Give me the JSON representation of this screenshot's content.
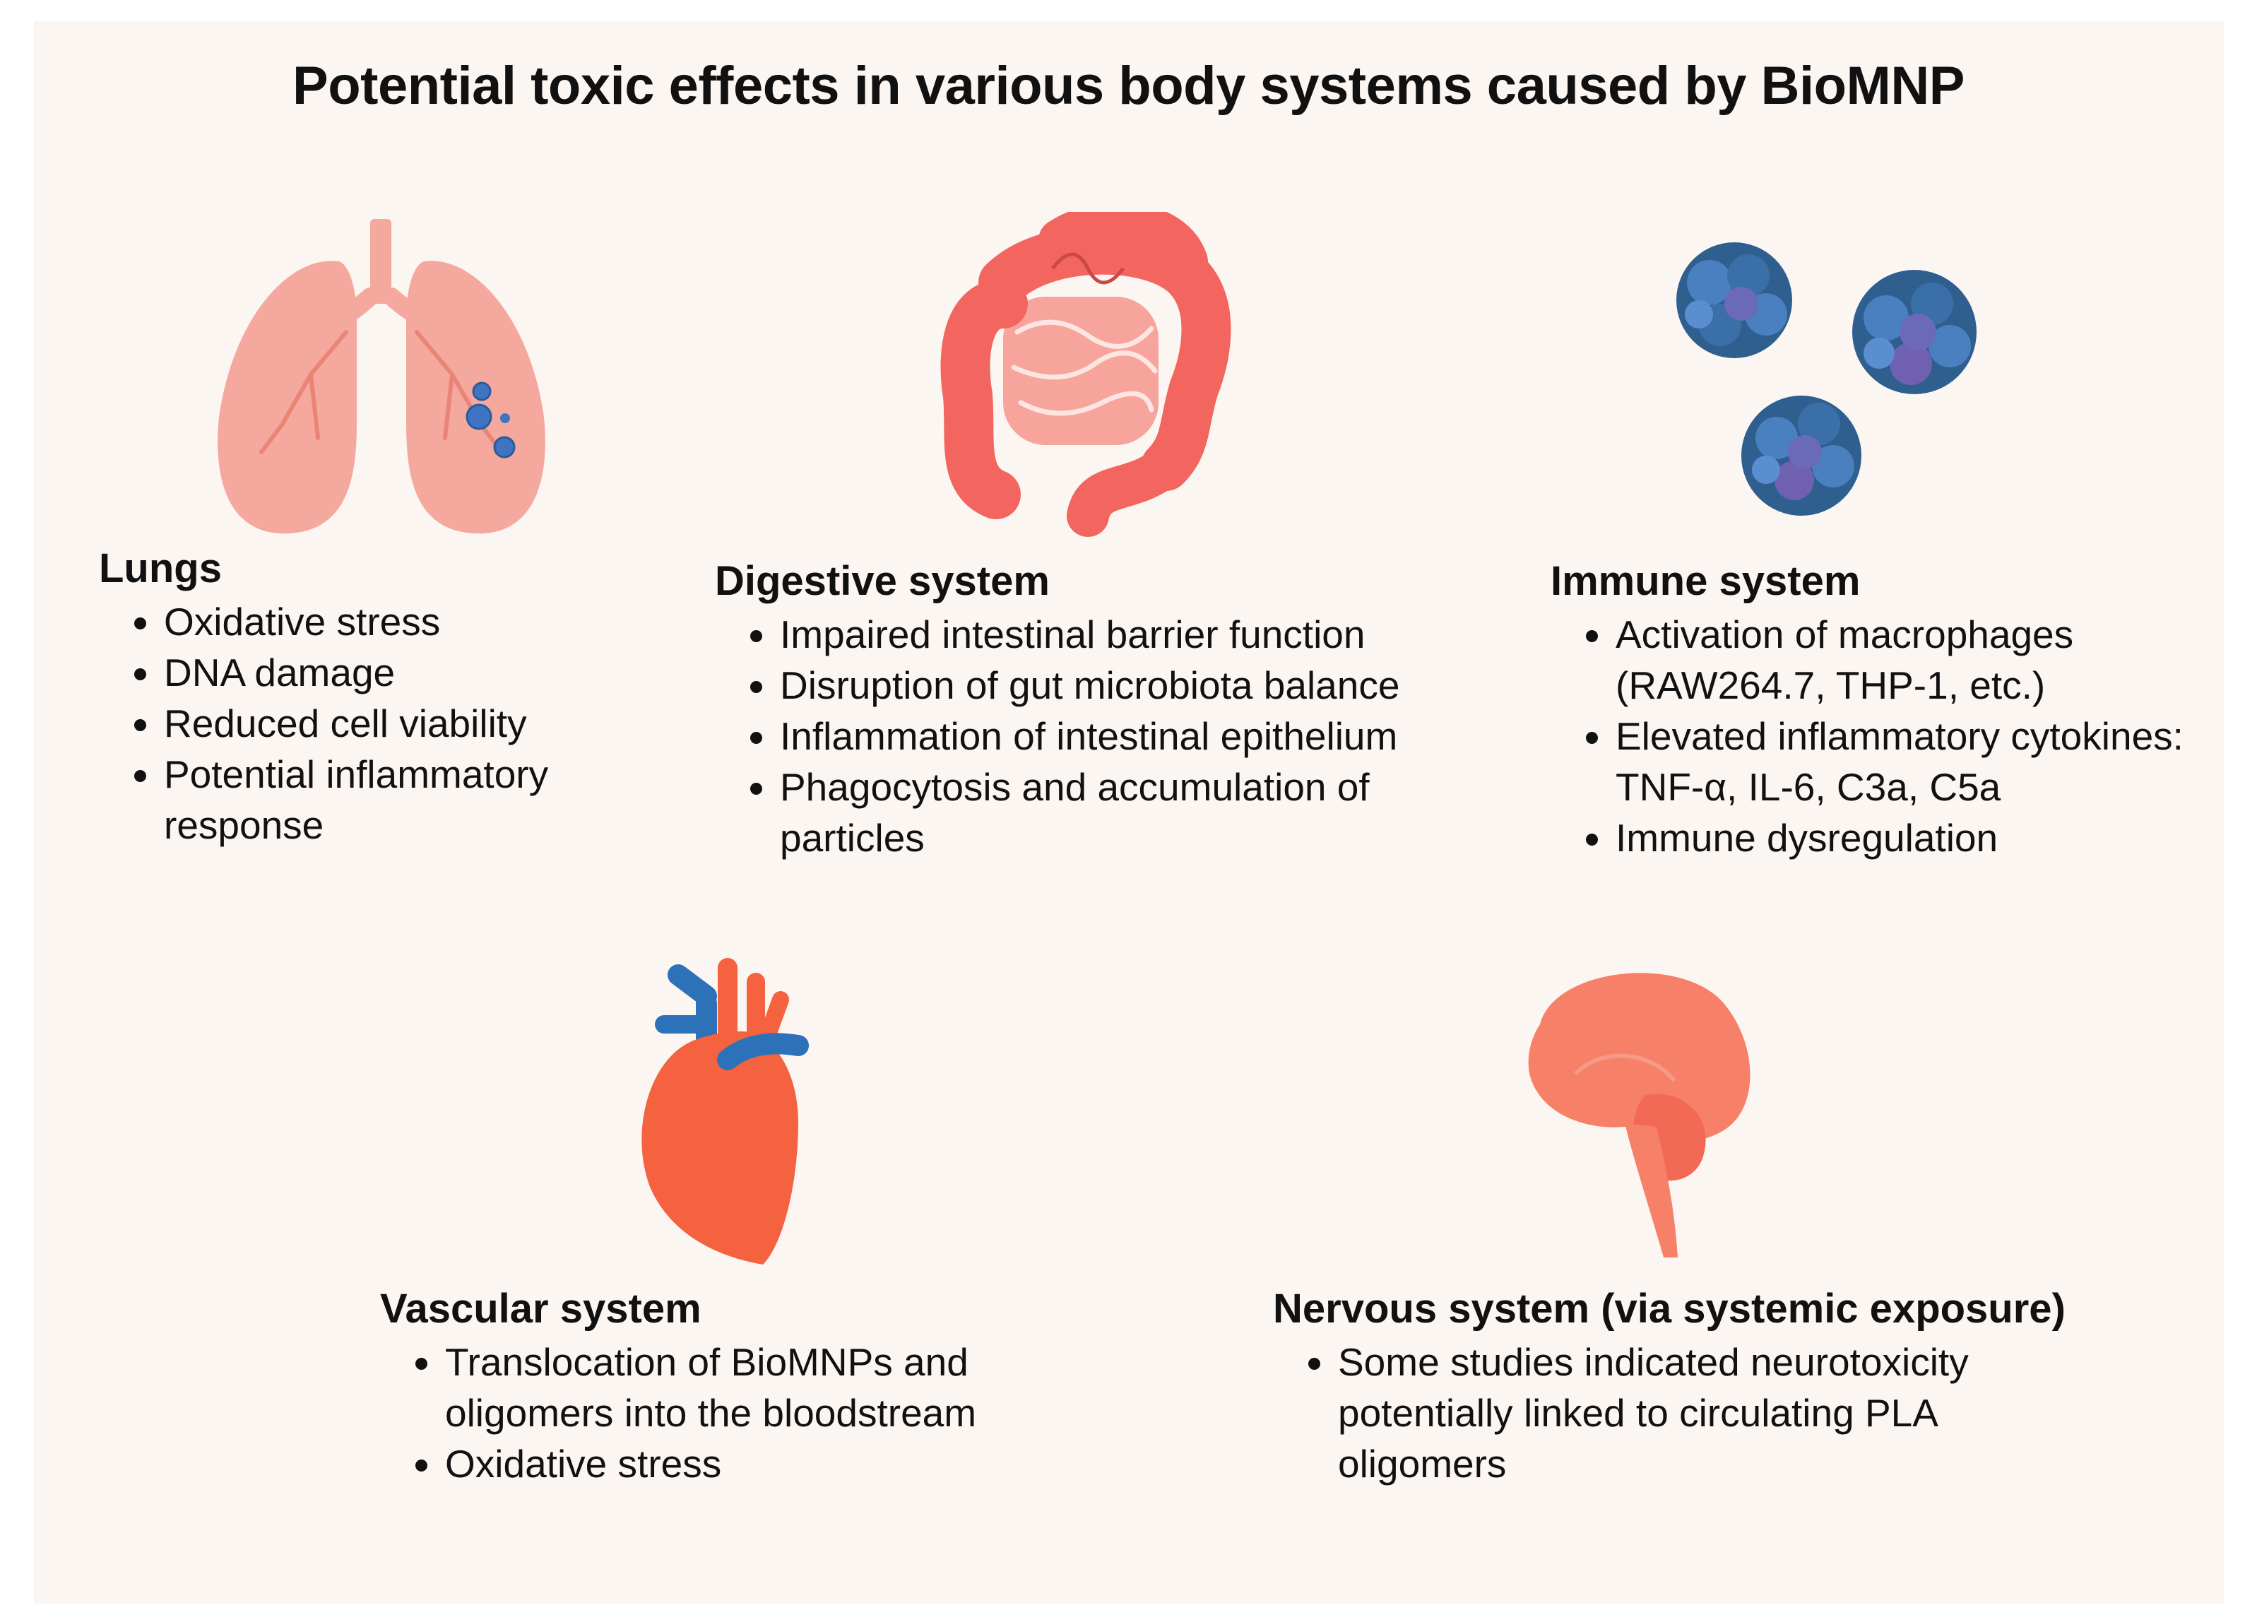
{
  "title": "Potential toxic effects in various body systems caused by BioMNP",
  "sections": {
    "lungs": {
      "heading": "Lungs",
      "icon": "lungs-icon",
      "items": [
        "Oxidative stress",
        "DNA damage",
        "Reduced cell viability",
        "Potential inflammatory response"
      ]
    },
    "digestive": {
      "heading": "Digestive system",
      "icon": "intestine-icon",
      "items": [
        "Impaired intestinal barrier function",
        "Disruption of gut microbiota balance",
        "Inflammation of intestinal epithelium",
        "Phagocytosis and accumulation of particles"
      ]
    },
    "immune": {
      "heading": "Immune system",
      "icon": "immune-cells-icon",
      "items": [
        "Activation of macrophages (RAW264.7, THP-1, etc.)",
        "Elevated inflammatory cytokines: TNF-α, IL-6, C3a, C5a",
        "Immune dysregulation"
      ]
    },
    "vascular": {
      "heading": "Vascular system",
      "icon": "heart-icon",
      "items": [
        "Translocation of BioMNPs and oligomers into the bloodstream",
        "Oxidative stress"
      ]
    },
    "nervous": {
      "heading": "Nervous system (via systemic exposure)",
      "icon": "brain-icon",
      "items": [
        "Some studies indicated neurotoxicity potentially linked to circulating PLA oligomers"
      ]
    }
  },
  "colors": {
    "background": "#fcf6f3",
    "lungs": "#f5a89d",
    "intestine": "#f2665f",
    "immune_cell": "#2f5f8f",
    "heart": "#f4623f",
    "vessel_blue": "#2d72b8",
    "brain": "#f68068"
  }
}
